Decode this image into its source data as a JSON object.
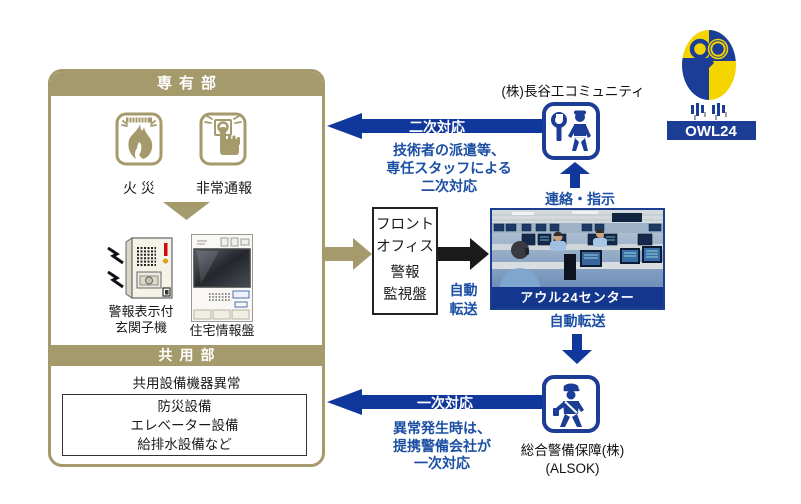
{
  "colors": {
    "gold": "#A59A6B",
    "arrow_navy": "#10379B",
    "text_blue": "#1C4FA4",
    "photo_band_navy": "#14368c",
    "owl_yellow": "#F5D500",
    "owl_navy": "#1C3D96"
  },
  "private_area": {
    "header": "専有部",
    "fire_label": "火 災",
    "emergency_label": "非常通報",
    "door_station_label_lines": [
      "警報表示付",
      "玄関子機"
    ],
    "info_panel_label": "住宅情報盤"
  },
  "common_area": {
    "header": "共用部",
    "title": "共用設備機器異常",
    "equipment_lines": [
      "防災設備",
      "エレベーター設備",
      "給排水設備など"
    ]
  },
  "front_office": {
    "lines": [
      "フロント",
      "オフィス",
      "警報",
      "監視盤"
    ]
  },
  "owl_center": {
    "photo_caption": "アウル24センター",
    "auto_forward_in_lines": [
      "自動",
      "転送"
    ],
    "auto_forward_out": "自動転送",
    "contact": "連絡・指示"
  },
  "haseko": {
    "title": "(株)長谷工コミュニティ",
    "response_label": "二次対応",
    "response_desc_lines": [
      "技術者の派遣等、",
      "専任スタッフによる",
      "二次対応"
    ]
  },
  "alsok": {
    "title": "総合警備保障(株)",
    "subtitle": "(ALSOK)",
    "response_label": "一次対応",
    "response_desc_lines": [
      "異常発生時は、",
      "提携警備会社が",
      "一次対応"
    ]
  },
  "owl24": {
    "logo_text": "OWL24"
  }
}
